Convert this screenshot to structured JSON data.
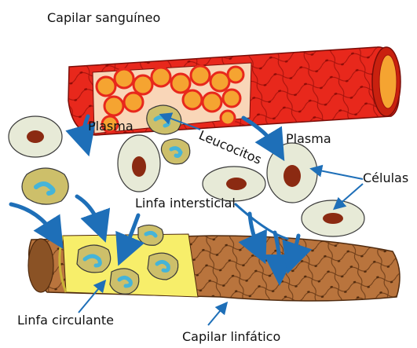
{
  "labels": {
    "blood_capillary": "Capilar sanguíneo",
    "plasma_left": "Plasma",
    "leukocytes": "Leucocitos",
    "plasma_right": "Plasma",
    "cells": "Células",
    "interstitial_lymph": "Linfa intersticial",
    "circulating_lymph": "Linfa circulante",
    "lymph_capillary": "Capilar linfático"
  },
  "colors": {
    "blood_vessel": "#e8281c",
    "blood_vessel_dark": "#a3120c",
    "blood_cell": "#f5a431",
    "lymph_vessel": "#b9743d",
    "lymph_vessel_dark": "#6b3b17",
    "lymph_fluid": "#f7ee6a",
    "arrow": "#1e6fb8",
    "cell_body": "#e7ead7",
    "cell_nucleus": "#8b2a12",
    "leukocyte_body": "#cdbf6a",
    "leukocyte_nucleus": "#45b4d8"
  }
}
